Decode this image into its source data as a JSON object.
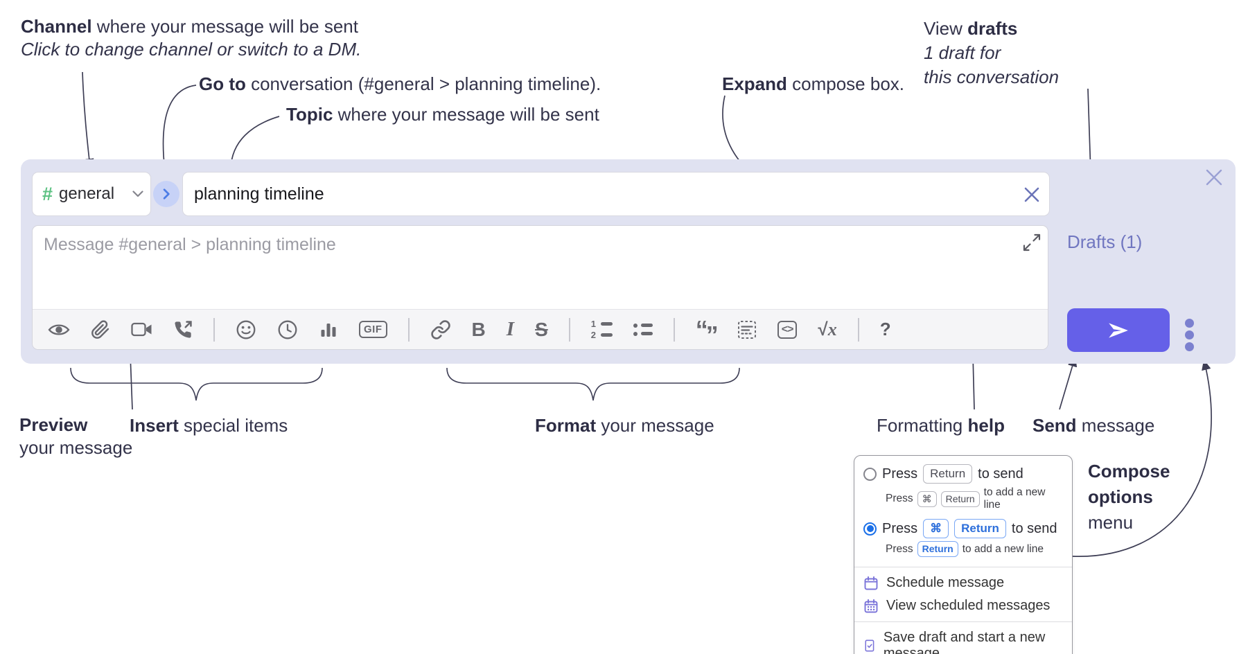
{
  "annotations": {
    "channel_bold": "Channel",
    "channel_rest": " where your message will be sent",
    "channel_sub": "Click to change channel or switch to a DM.",
    "goto_bold": "Go to",
    "goto_rest": " conversation (#general > planning timeline).",
    "topic_bold": "Topic",
    "topic_rest": " where your message will be sent",
    "expand_bold": "Expand",
    "expand_rest": " compose box.",
    "drafts_pre": "View ",
    "drafts_bold": "drafts",
    "drafts_line2": "1 draft for",
    "drafts_line3": "this conversation",
    "preview_bold": "Preview",
    "preview_rest": "your message",
    "insert_bold": "Insert",
    "insert_rest": " special items",
    "format_bold": "Format",
    "format_rest": " your message",
    "fmthelp_pre": "Formatting ",
    "fmthelp_bold": "help",
    "send_bold": "Send",
    "send_rest": " message",
    "compose_opts_line1": "Compose",
    "compose_opts_line2": "options",
    "compose_opts_line3": "menu"
  },
  "compose": {
    "channel_hash": "#",
    "channel_name": "general",
    "topic_value": "planning timeline",
    "message_placeholder": "Message #general > planning timeline",
    "drafts_label": "Drafts (1)",
    "toolbar": {
      "gif_label": "GIF",
      "bold_label": "B",
      "italic_label": "I",
      "strike_label": "S",
      "ol_num1": "1",
      "ol_num2": "2",
      "quote_open": "“",
      "quote_close": "”",
      "code_label": "<>",
      "sqrt_sign": "√",
      "sqrt_x": "x",
      "help_label": "?"
    },
    "icons": [
      "preview-icon",
      "attach-icon",
      "video-call-icon",
      "voice-call-icon",
      "emoji-icon",
      "time-icon",
      "poll-icon",
      "gif-icon",
      "link-icon",
      "bold-icon",
      "italic-icon",
      "strikethrough-icon",
      "numbered-list-icon",
      "bulleted-list-icon",
      "quote-icon",
      "spoiler-icon",
      "code-icon",
      "math-icon",
      "help-icon",
      "expand-icon",
      "send-icon",
      "ellipsis-v-icon",
      "close-icon"
    ]
  },
  "popup": {
    "press": "Press",
    "return_key": "Return",
    "cmd_key": "⌘",
    "to_send": "to send",
    "to_add_new_line": "to add a new line",
    "menu_items": [
      "Schedule message",
      "View scheduled messages",
      "Save draft and start a new message"
    ]
  },
  "colors": {
    "compose_bg": "#e0e2f1",
    "send_button": "#6560e8",
    "drafts_link": "#7076c0",
    "channel_hash_green": "#5cc182",
    "goto_circle_bg": "#c7d2f7",
    "goto_chevron_blue": "#4c7ce6",
    "key_blue": "#2d6fdb",
    "menu_icon_purple": "#7b74d9",
    "icon_gray": "#69696f",
    "annotation_ink": "#33334a"
  }
}
